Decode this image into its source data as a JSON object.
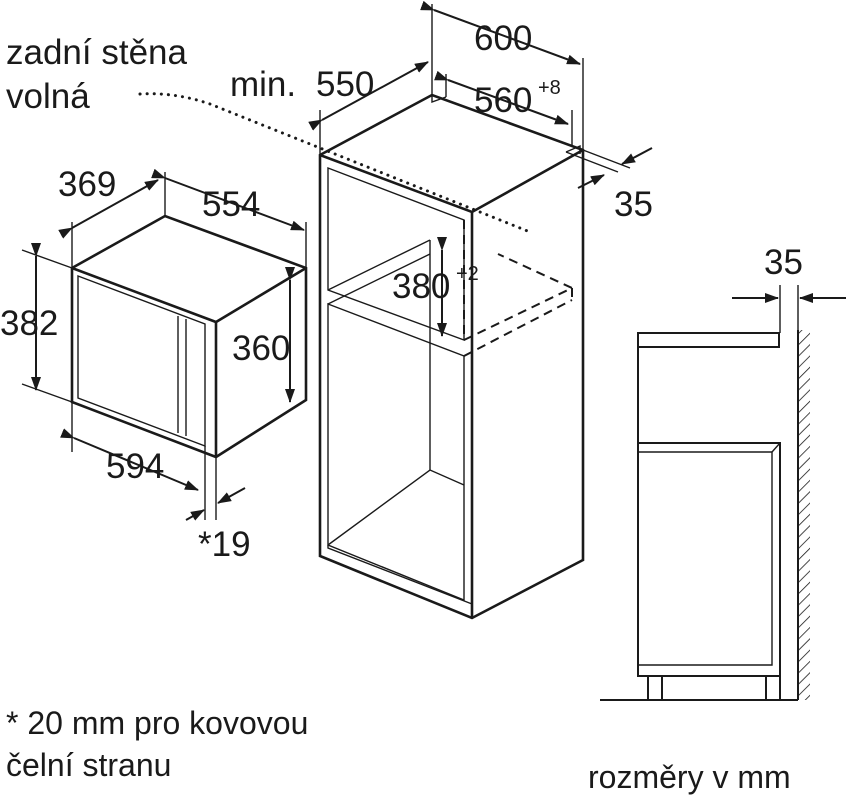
{
  "labels": {
    "back_wall": [
      "zadní stěna",
      "volná"
    ],
    "min": "min.",
    "d600": "600",
    "d550": "550",
    "d560": "560",
    "d560_tol": "+8",
    "d35_cab": "35",
    "d369": "369",
    "d554": "554",
    "d382": "382",
    "d360": "360",
    "d380": "380",
    "d380_tol": "+2",
    "d594": "594",
    "d19": "*19",
    "d35_side": "35",
    "footnote": [
      "* 20 mm pro kovovou",
      "čelní stranu"
    ],
    "units": "rozměry v mm"
  }
}
